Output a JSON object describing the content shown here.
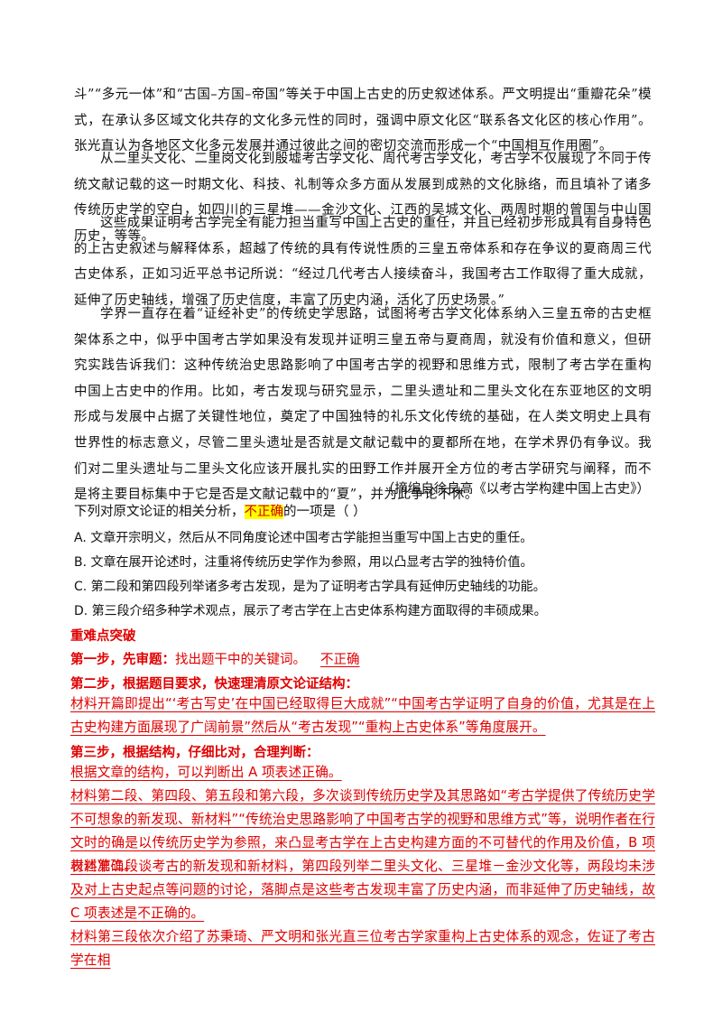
{
  "passage": {
    "p1": "斗”“多元一体”和“古国–方国–帝国”等关于中国上古史的历史叙述体系。严文明提出“重瓣花朵”模式，在承认多区域文化共存的文化多元性的同时，强调中原文化区“联系各文化区的核心作用”。张光直认为各地区文化多元发展并通过彼此之间的密切交流而形成一个“中国相互作用圈”。",
    "p2": "从二里头文化、二里岗文化到殷墟考古学文化、周代考古学文化，考古学不仅展现了不同于传统文献记载的这一时期文化、科技、礼制等众多方面从发展到成熟的文化脉络，而且填补了诸多传统历史学的空白，如四川的三星堆——金沙文化、江西的吴城文化、两周时期的曾国与中山国历史，等等。",
    "p3": "这些成果证明考古学完全有能力担当重写中国上古史的重任，并且已经初步形成具有自身特色的上古史叙述与解释体系，超越了传统的具有传说性质的三皇五帝体系和存在争议的夏商周三代古史体系，正如习近平总书记所说：“经过几代考古人接续奋斗，我国考古工作取得了重大成就，延伸了历史轴线，增强了历史信度，丰富了历史内涵，活化了历史场景。”",
    "p4": "学界一直存在着“证经补史”的传统史学思路，试图将考古学文化体系纳入三皇五帝的古史框架体系之中，似乎中国考古学如果没有发现并证明三皇五帝与夏商周，就没有价值和意义，但研究实践告诉我们：这种传统治史思路影响了中国考古学的视野和思维方式，限制了考古学在重构中国上古史中的作用。比如，考古发现与研究显示，二里头遗址和二里头文化在东亚地区的文明形成与发展中占据了关键性地位，奠定了中国独特的礼乐文化传统的基础，在人类文明史上具有世界性的标志意义，尽管二里头遗址是否就是文献记载中的夏都所在地，在学术界仍有争议。我们对二里头遗址与二里头文化应该开展扎实的田野工作并展开全方位的考古学研究与阐释，而不是将主要目标集中于它是否是文献记载中的“夏”，并为此争论不休。",
    "source": "（摘编自徐良高《以考古学构建中国上古史》）"
  },
  "question": {
    "prefix": "下列对原文论证的相关分析，",
    "highlight": "不正确",
    "suffix": "的一项是（      ）",
    "options": [
      "A.  文章开宗明义，然后从不同角度论述中国考古学能担当重写中国上古史的重任。",
      "B.  文章在展开论述时，注重将传统历史学作为参照，用以凸显考古学的独特价值。",
      "C.  第二段和第四段列举诸多考古发现，是为了证明考古学具有延伸历史轴线的功能。",
      "D.  第三段介绍多种学术观点，展示了考古学在上古史体系构建方面取得的丰硕成果。"
    ]
  },
  "solution": {
    "title": "重难点突破",
    "step1_label": "第一步，先审题：",
    "step1_text": "找出题干中的关键词。",
    "step1_key": "不正确",
    "step2_label": "第二步，根据题目要求，快速理清原文论证结构：",
    "step2_text": "材料开篇即提出“‘考古写史’在中国已经取得巨大成就”“中国考古学证明了自身的价值，尤其是在上古史构建方面展现了广阔前景”然后从“考古发现”“重构上古史体系”等角度展开。",
    "step3_label": "第三步，根据结构，仔细比对，合理判断：",
    "step3_p1": "根据文章的结构，可以判断出 A 项表述正确。",
    "step3_p2": "材料第二段、第四段、第五段和第六段，多次谈到传统历史学及其思路如“考古学提供了传统历史学不可想象的新发现、新材料”“传统治史思路影响了中国考古学的视野和思维方式”等，说明作者在行文时的确是以传统历史学为参照，来凸显考古学在上古史构建方面的不可替代的作用及价值，B 项表述准确。",
    "step3_p3": "材料第二段谈考古的新发现和新材料，第四段列举二里头文化、三星堆－金沙文化等，两段均未涉及对上古史起点等问题的讨论，落脚点是这些考古发现丰富了历史内涵，而非延伸了历史轴线，故 C 项表述是不正确的。",
    "step3_p4": "材料第三段依次介绍了苏秉琦、严文明和张光直三位考古学家重构上古史体系的观念，佐证了考古学在相"
  }
}
